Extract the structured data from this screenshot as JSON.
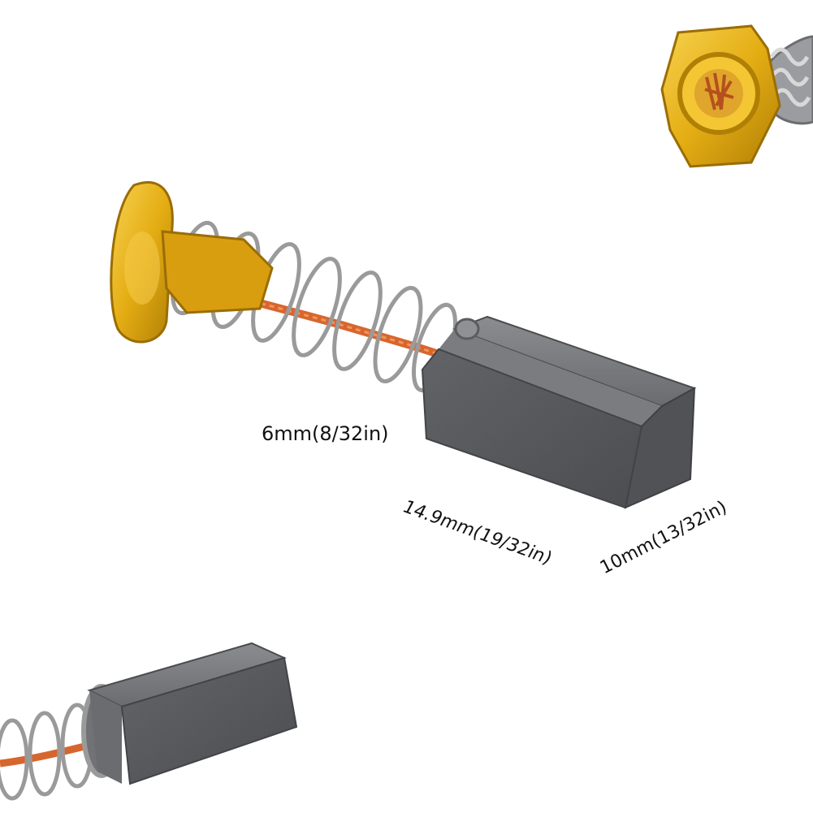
{
  "image": {
    "description_items": [
      "carbon-brush-main",
      "carbon-brush-bottom",
      "brass-terminal-top-right"
    ],
    "colors": {
      "background": "#ffffff",
      "carbon": "#5b5d60",
      "carbon_top": "#77797c",
      "brass": "#e4ad14",
      "brass_dark": "#b07f05",
      "copper_wire": "#d7662e",
      "spring": "#9a9a9a"
    }
  },
  "labels": {
    "thickness": "6mm(8/32in)",
    "length": "14.9mm(19/32in)",
    "width": "10mm(13/32in)"
  }
}
